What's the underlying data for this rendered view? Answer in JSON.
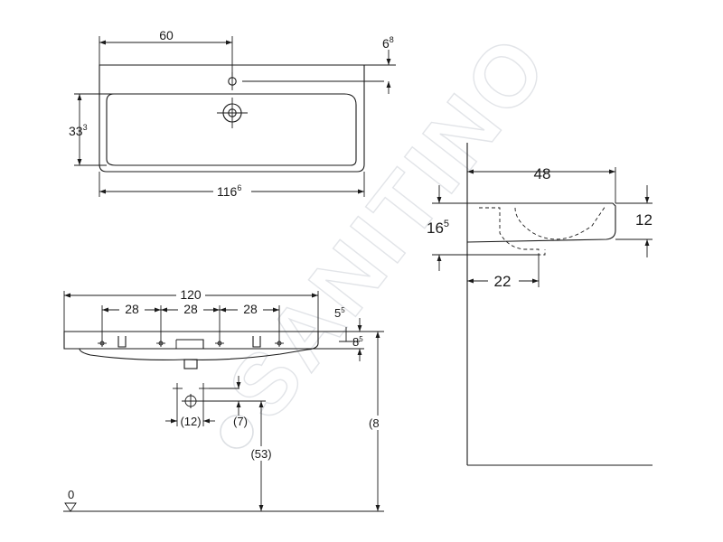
{
  "top_view": {
    "width_total": "116",
    "width_total_sup": "6",
    "tap_offset": "60",
    "depth": "33",
    "depth_sup": "3",
    "tap_edge": "6",
    "tap_edge_sup": "8"
  },
  "front_view": {
    "width": "120",
    "bracket_1": "28",
    "bracket_2": "28",
    "bracket_3": "28",
    "rim_height": "5",
    "rim_height_sup": "5",
    "thickness": "8",
    "thickness_sup": "5",
    "waste_spacing": "(12)",
    "waste_offset": "(7)",
    "waste_height": "(53)",
    "mount_height": "(8",
    "floor_label": "0"
  },
  "side_view": {
    "projection": "48",
    "basin_height": "16",
    "basin_height_sup": "5",
    "front_height": "12",
    "waste_distance": "22"
  },
  "watermark": {
    "brand": "SANITINO",
    "color": "#d9dce0"
  }
}
